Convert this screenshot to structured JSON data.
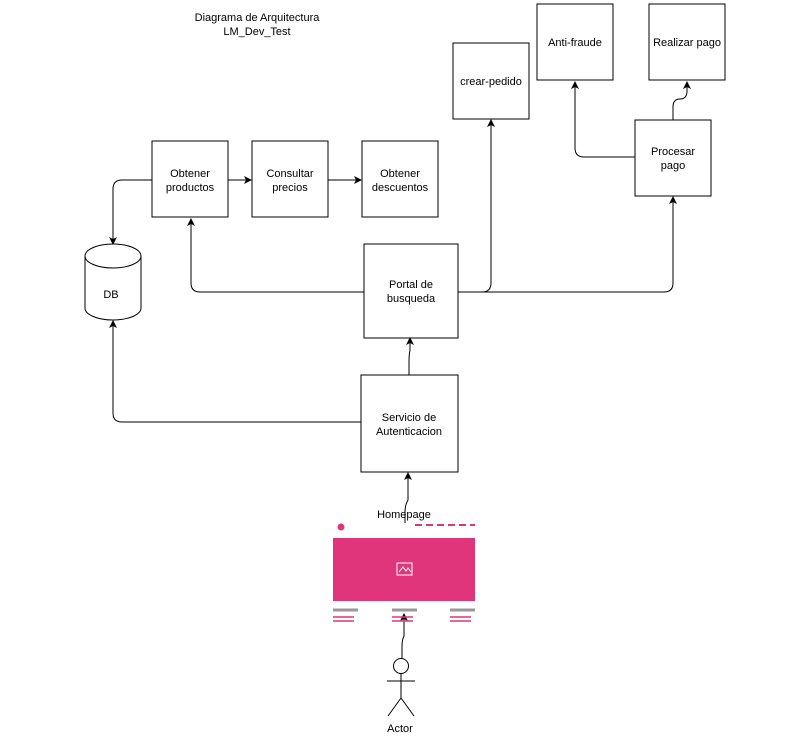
{
  "title": {
    "line1": "Diagrama de Arquitectura",
    "line2": "LM_Dev_Test"
  },
  "nodes": {
    "obtener_productos": {
      "l1": "Obtener",
      "l2": "productos"
    },
    "consultar_precios": {
      "l1": "Consultar",
      "l2": "precios"
    },
    "obtener_descuentos": {
      "l1": "Obtener",
      "l2": "descuentos"
    },
    "crear_pedido": {
      "l1": "crear-pedido"
    },
    "anti_fraude": {
      "l1": "Anti-fraude"
    },
    "realizar_pago": {
      "l1": "Realizar pago"
    },
    "procesar_pago": {
      "l1": "Procesar",
      "l2": "pago"
    },
    "portal_busqueda": {
      "l1": "Portal de",
      "l2": "busqueda"
    },
    "db": {
      "l1": "DB"
    },
    "servicio_autenticacion": {
      "l1": "Servicio de",
      "l2": "Autenticacion"
    },
    "homepage": {
      "l1": "Homepage"
    },
    "actor": {
      "l1": "Actor"
    }
  },
  "colors": {
    "accent": "#e0357a",
    "gray": "#999999",
    "stroke": "#000000"
  },
  "icons": {
    "homepage_image": "image-icon",
    "actor": "stick-figure-icon"
  }
}
